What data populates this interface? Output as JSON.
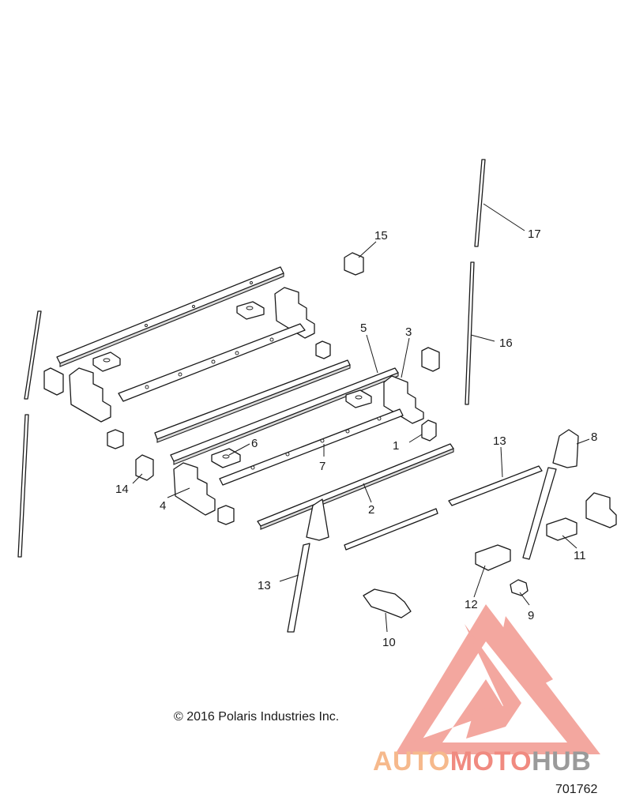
{
  "callouts": {
    "c1": "1",
    "c2": "2",
    "c3": "3",
    "c4": "4",
    "c5": "5",
    "c6": "6",
    "c7": "7",
    "c8": "8",
    "c9": "9",
    "c10": "10",
    "c11": "11",
    "c12": "12",
    "c13a": "13",
    "c13b": "13",
    "c14": "14",
    "c15": "15",
    "c16": "16",
    "c17": "17"
  },
  "footer": {
    "copyright": "© 2016 Polaris Industries Inc.",
    "ref_number": "701762"
  },
  "watermark": {
    "text_part1": "AUTO",
    "text_part2": "MOTO",
    "text_part3": "HUB",
    "color_auto": "#f6b98c",
    "color_moto": "#f08a80",
    "color_hub": "#9a9a9a",
    "logo_color": "#f08a80"
  }
}
